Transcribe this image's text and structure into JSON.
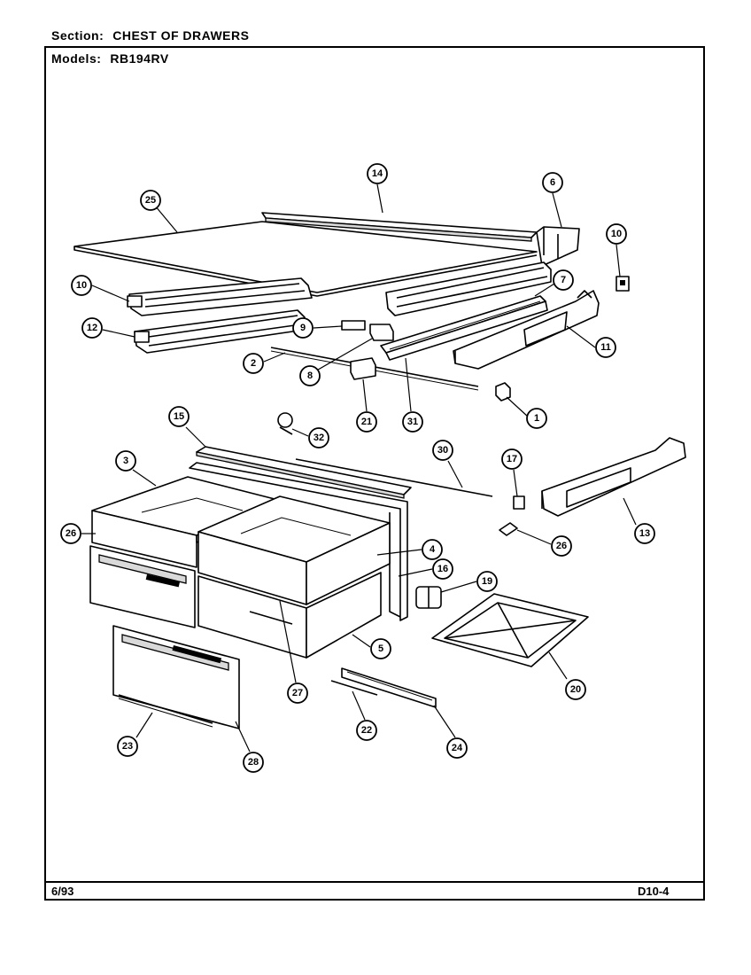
{
  "header": {
    "section_label": "Section:",
    "section_value": "CHEST OF DRAWERS",
    "models_label": "Models:",
    "models_value": "RB194RV"
  },
  "footer": {
    "date": "6/93",
    "page_code": "D10-4"
  },
  "callouts": [
    {
      "key": "c25",
      "label": "25"
    },
    {
      "key": "c14",
      "label": "14"
    },
    {
      "key": "c6",
      "label": "6"
    },
    {
      "key": "c10a",
      "label": "10"
    },
    {
      "key": "c10b",
      "label": "10"
    },
    {
      "key": "c7",
      "label": "7"
    },
    {
      "key": "c12",
      "label": "12"
    },
    {
      "key": "c9",
      "label": "9"
    },
    {
      "key": "c11",
      "label": "11"
    },
    {
      "key": "c2",
      "label": "2"
    },
    {
      "key": "c8",
      "label": "8"
    },
    {
      "key": "c1",
      "label": "1"
    },
    {
      "key": "c21",
      "label": "21"
    },
    {
      "key": "c31",
      "label": "31"
    },
    {
      "key": "c15",
      "label": "15"
    },
    {
      "key": "c32",
      "label": "32"
    },
    {
      "key": "c3",
      "label": "3"
    },
    {
      "key": "c30",
      "label": "30"
    },
    {
      "key": "c17",
      "label": "17"
    },
    {
      "key": "c13",
      "label": "13"
    },
    {
      "key": "c26a",
      "label": "26"
    },
    {
      "key": "c26b",
      "label": "26"
    },
    {
      "key": "c4",
      "label": "4"
    },
    {
      "key": "c16",
      "label": "16"
    },
    {
      "key": "c19",
      "label": "19"
    },
    {
      "key": "c5",
      "label": "5"
    },
    {
      "key": "c20",
      "label": "20"
    },
    {
      "key": "c27",
      "label": "27"
    },
    {
      "key": "c22",
      "label": "22"
    },
    {
      "key": "c24",
      "label": "24"
    },
    {
      "key": "c23",
      "label": "23"
    },
    {
      "key": "c28",
      "label": "28"
    }
  ]
}
